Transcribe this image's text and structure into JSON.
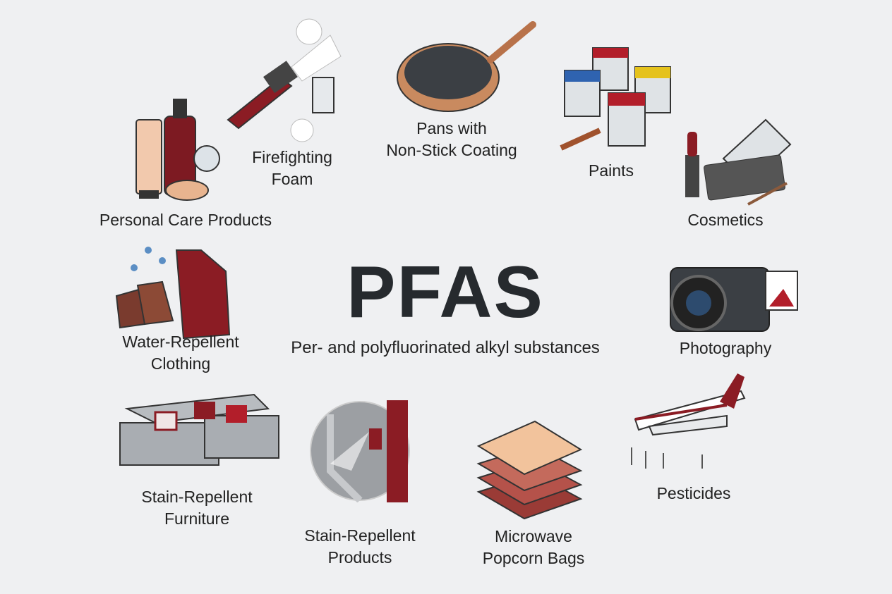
{
  "title": "PFAS",
  "subtitle": "Per- and polyfluorinated alkyl substances",
  "items": [
    {
      "label_lines": [
        "Personal Care Products"
      ],
      "icon": "personal-care-icon"
    },
    {
      "label_lines": [
        "Firefighting",
        "Foam"
      ],
      "icon": "fire-hose-icon"
    },
    {
      "label_lines": [
        "Pans with",
        "Non-Stick Coating"
      ],
      "icon": "frying-pan-icon"
    },
    {
      "label_lines": [
        "Paints"
      ],
      "icon": "paint-cans-icon"
    },
    {
      "label_lines": [
        "Cosmetics"
      ],
      "icon": "cosmetics-icon"
    },
    {
      "label_lines": [
        "Water-Repellent",
        "Clothing"
      ],
      "icon": "jacket-boots-icon"
    },
    {
      "label_lines": [
        "Photography"
      ],
      "icon": "camera-icon"
    },
    {
      "label_lines": [
        "Stain-Repellent",
        "Furniture"
      ],
      "icon": "sofa-icon"
    },
    {
      "label_lines": [
        "Stain-Repellent",
        "Products"
      ],
      "icon": "spray-bottle-icon"
    },
    {
      "label_lines": [
        "Microwave",
        "Popcorn Bags"
      ],
      "icon": "popcorn-bags-icon"
    },
    {
      "label_lines": [
        "Pesticides"
      ],
      "icon": "crop-duster-plane-icon"
    }
  ],
  "colors": {
    "background": "#eff0f2",
    "accent": "#8b1c24",
    "text": "#222222"
  }
}
